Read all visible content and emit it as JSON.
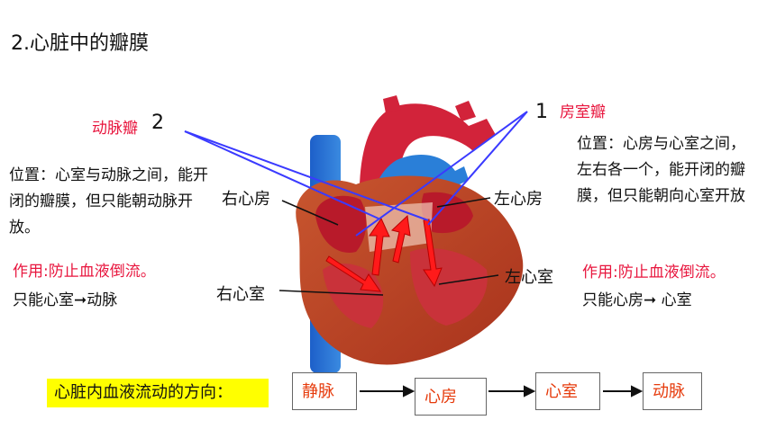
{
  "title": "2.心脏中的瓣膜",
  "left": {
    "valve_label": "动脉瓣",
    "valve_number": "2",
    "position_text": "位置：心室与动脉之间，能开闭的瓣膜，但只能朝动脉开放。",
    "function_text": "作用:防止血液倒流。",
    "direction_text": "只能心室➞动脉"
  },
  "right": {
    "valve_number": "1",
    "valve_label": "房室瓣",
    "position_text": "位置：心房与心室之间，左右各一个，能开闭的瓣膜，但只能朝向心室开放",
    "function_text": "作用:防止血液倒流。",
    "direction_text": "只能心房➞ 心室"
  },
  "heart_labels": {
    "right_atrium": "右心房",
    "left_atrium": "左心房",
    "right_ventricle": "右心室",
    "left_ventricle": "左心室"
  },
  "flow": {
    "label": "心脏内血液流动的方向：",
    "steps": [
      "静脉",
      "心房",
      "心室",
      "动脉"
    ]
  },
  "colors": {
    "accent_red": "#e8163e",
    "accent_orange": "#e63b0c",
    "pointer_blue": "#3a3aff",
    "highlight_yellow": "#ffff00"
  }
}
